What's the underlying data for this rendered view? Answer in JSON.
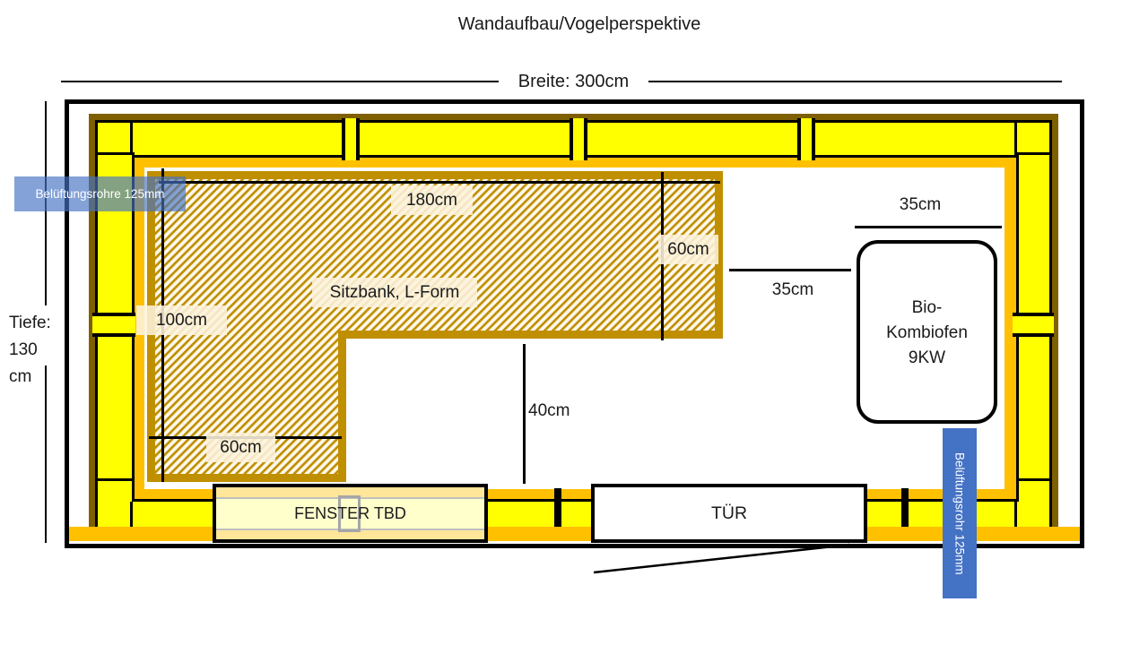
{
  "title": "Wandaufbau/Vogelperspektive",
  "dimensions": {
    "breite": "Breite: 300cm",
    "tiefe": [
      "Tiefe:",
      "130",
      "cm"
    ],
    "bench_top": "180cm",
    "bench_left": "100cm",
    "bench_bottom": "60cm",
    "bench_right": "60cm",
    "aisle": "40cm",
    "stove_clearance": "35cm",
    "stove_width": "35cm"
  },
  "labels": {
    "bench": "Sitzbank, L-Form",
    "window": "FENSTER TBD",
    "door": "TÜR",
    "stove": [
      "Bio-",
      "Kombiofen",
      "9KW"
    ],
    "vent_left": "Belüftungsrohre 125mm",
    "vent_right": "Belüftungsrohr 125mm"
  },
  "colors": {
    "wall_insulation_yellow": "#FFFF00",
    "inner_cladding_orange": "#FFC000",
    "outer_cladding_olive": "#7F6000",
    "bench_goldenrod": "#BF8F00",
    "vent_blue": "#4472C4",
    "window_glass": "#FFFFCC",
    "window_frame_fill": "#FFE699",
    "mullion_gray": "#A6A6A6"
  }
}
